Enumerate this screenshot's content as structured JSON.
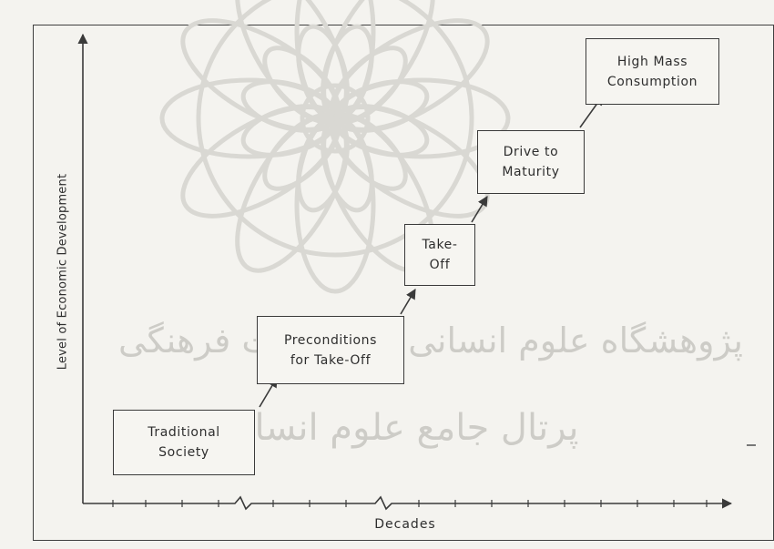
{
  "stages": [
    {
      "label": "Traditional\nSociety"
    },
    {
      "label": "Preconditions\nfor Take-Off"
    },
    {
      "label": "Take-\nOff"
    },
    {
      "label": "Drive to\nMaturity"
    },
    {
      "label": "High Mass\nConsumption"
    }
  ],
  "axes": {
    "y_label": "Level of Economic Development",
    "x_label": "Decades"
  },
  "watermark": {
    "line_1": "پژوهشگاه علوم انسانی و مطالعات فرهنگی",
    "line_2": "پرتال جامع علوم انسانی"
  },
  "colors": {
    "line": "#3a3a3a",
    "background": "#f4f3ef",
    "watermark": "#cdccc7"
  }
}
